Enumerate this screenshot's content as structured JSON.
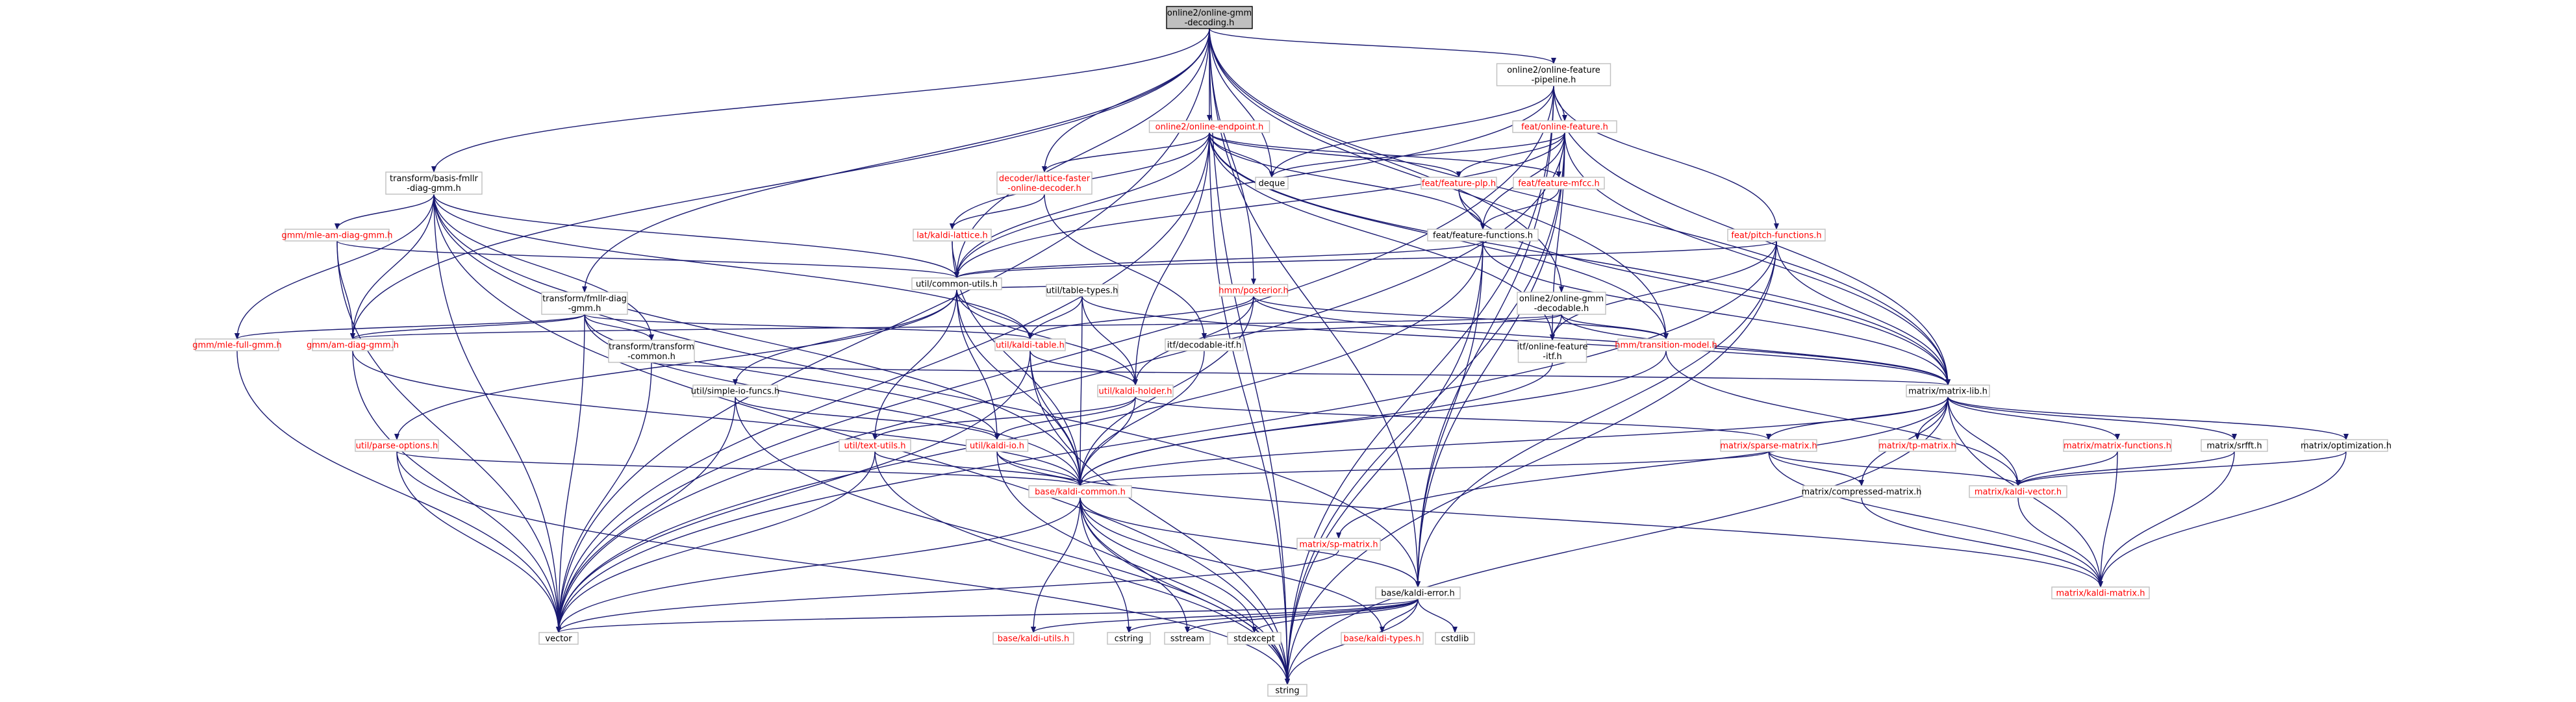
{
  "colors": {
    "edge": "#191970",
    "root_fill": "#bfbfbf",
    "box_border": "#bfbfbf",
    "text_black": "#000000",
    "text_red": "#ff0000"
  },
  "nodes": {
    "root": {
      "lines": [
        "online2/online-gmm",
        "-decoding.h"
      ],
      "color": "black"
    },
    "feature_pipeline": {
      "lines": [
        "online2/online-feature",
        "-pipeline.h"
      ],
      "color": "black"
    },
    "online_endpoint": {
      "lines": [
        "online2/online-endpoint.h"
      ],
      "color": "red"
    },
    "online_feature": {
      "lines": [
        "feat/online-feature.h"
      ],
      "color": "red"
    },
    "basis_fmllr": {
      "lines": [
        "transform/basis-fmllr",
        "-diag-gmm.h"
      ],
      "color": "black"
    },
    "lattice_faster": {
      "lines": [
        "decoder/lattice-faster",
        "-online-decoder.h"
      ],
      "color": "red"
    },
    "deque": {
      "lines": [
        "deque"
      ],
      "color": "black"
    },
    "feature_plp": {
      "lines": [
        "feat/feature-plp.h"
      ],
      "color": "red"
    },
    "feature_mfcc": {
      "lines": [
        "feat/feature-mfcc.h"
      ],
      "color": "red"
    },
    "mle_am": {
      "lines": [
        "gmm/mle-am-diag-gmm.h"
      ],
      "color": "red"
    },
    "kaldi_lattice": {
      "lines": [
        "lat/kaldi-lattice.h"
      ],
      "color": "red"
    },
    "feature_functions": {
      "lines": [
        "feat/feature-functions.h"
      ],
      "color": "black"
    },
    "pitch_functions": {
      "lines": [
        "feat/pitch-functions.h"
      ],
      "color": "red"
    },
    "common_utils": {
      "lines": [
        "util/common-utils.h"
      ],
      "color": "black"
    },
    "fmllr_diag": {
      "lines": [
        "transform/fmllr-diag",
        "-gmm.h"
      ],
      "color": "black"
    },
    "table_types": {
      "lines": [
        "util/table-types.h"
      ],
      "color": "black"
    },
    "posterior": {
      "lines": [
        "hmm/posterior.h"
      ],
      "color": "red"
    },
    "gmm_decodable": {
      "lines": [
        "online2/online-gmm",
        "-decodable.h"
      ],
      "color": "black"
    },
    "mle_full": {
      "lines": [
        "gmm/mle-full-gmm.h"
      ],
      "color": "red"
    },
    "am_diag": {
      "lines": [
        "gmm/am-diag-gmm.h"
      ],
      "color": "red"
    },
    "transform_common": {
      "lines": [
        "transform/transform",
        "-common.h"
      ],
      "color": "black"
    },
    "kaldi_table": {
      "lines": [
        "util/kaldi-table.h"
      ],
      "color": "red"
    },
    "itf_decodable": {
      "lines": [
        "itf/decodable-itf.h"
      ],
      "color": "black"
    },
    "itf_online": {
      "lines": [
        "itf/online-feature",
        "-itf.h"
      ],
      "color": "black"
    },
    "transition_model": {
      "lines": [
        "hmm/transition-model.h"
      ],
      "color": "red"
    },
    "matrix_lib": {
      "lines": [
        "matrix/matrix-lib.h"
      ],
      "color": "black"
    },
    "simple_io": {
      "lines": [
        "util/simple-io-funcs.h"
      ],
      "color": "black"
    },
    "kaldi_holder": {
      "lines": [
        "util/kaldi-holder.h"
      ],
      "color": "red"
    },
    "parse_options": {
      "lines": [
        "util/parse-options.h"
      ],
      "color": "red"
    },
    "text_utils": {
      "lines": [
        "util/text-utils.h"
      ],
      "color": "red"
    },
    "kaldi_io": {
      "lines": [
        "util/kaldi-io.h"
      ],
      "color": "red"
    },
    "sparse_matrix": {
      "lines": [
        "matrix/sparse-matrix.h"
      ],
      "color": "red"
    },
    "tp_matrix": {
      "lines": [
        "matrix/tp-matrix.h"
      ],
      "color": "red"
    },
    "matrix_functions": {
      "lines": [
        "matrix/matrix-functions.h"
      ],
      "color": "red"
    },
    "srfft": {
      "lines": [
        "matrix/srfft.h"
      ],
      "color": "black"
    },
    "optimization": {
      "lines": [
        "matrix/optimization.h"
      ],
      "color": "black"
    },
    "kaldi_common": {
      "lines": [
        "base/kaldi-common.h"
      ],
      "color": "red"
    },
    "compressed_matrix": {
      "lines": [
        "matrix/compressed-matrix.h"
      ],
      "color": "black"
    },
    "kaldi_vector": {
      "lines": [
        "matrix/kaldi-vector.h"
      ],
      "color": "red"
    },
    "sp_matrix": {
      "lines": [
        "matrix/sp-matrix.h"
      ],
      "color": "red"
    },
    "kaldi_error": {
      "lines": [
        "base/kaldi-error.h"
      ],
      "color": "black"
    },
    "kaldi_matrix": {
      "lines": [
        "matrix/kaldi-matrix.h"
      ],
      "color": "red"
    },
    "vector": {
      "lines": [
        "vector"
      ],
      "color": "black"
    },
    "kaldi_utils": {
      "lines": [
        "base/kaldi-utils.h"
      ],
      "color": "red"
    },
    "cstring": {
      "lines": [
        "cstring"
      ],
      "color": "black"
    },
    "sstream": {
      "lines": [
        "sstream"
      ],
      "color": "black"
    },
    "stdexcept": {
      "lines": [
        "stdexcept"
      ],
      "color": "black"
    },
    "kaldi_types": {
      "lines": [
        "base/kaldi-types.h"
      ],
      "color": "red"
    },
    "cstdlib": {
      "lines": [
        "cstdlib"
      ],
      "color": "black"
    },
    "string": {
      "lines": [
        "string"
      ],
      "color": "black"
    }
  },
  "edges": [
    [
      "root",
      "feature_pipeline"
    ],
    [
      "root",
      "online_endpoint"
    ],
    [
      "root",
      "basis_fmllr"
    ],
    [
      "root",
      "lattice_faster"
    ],
    [
      "root",
      "deque"
    ],
    [
      "root",
      "common_utils"
    ],
    [
      "root",
      "fmllr_diag"
    ],
    [
      "root",
      "posterior"
    ],
    [
      "root",
      "gmm_decodable"
    ],
    [
      "root",
      "am_diag"
    ],
    [
      "root",
      "matrix_lib"
    ],
    [
      "root",
      "transition_model"
    ],
    [
      "root",
      "kaldi_error"
    ],
    [
      "root",
      "vector"
    ],
    [
      "root",
      "string"
    ],
    [
      "feature_pipeline",
      "online_feature"
    ],
    [
      "feature_pipeline",
      "pitch_functions"
    ],
    [
      "feature_pipeline",
      "deque"
    ],
    [
      "feature_pipeline",
      "common_utils"
    ],
    [
      "feature_pipeline",
      "matrix_lib"
    ],
    [
      "feature_pipeline",
      "kaldi_error"
    ],
    [
      "feature_pipeline",
      "vector"
    ],
    [
      "feature_pipeline",
      "string"
    ],
    [
      "online_feature",
      "feature_plp"
    ],
    [
      "online_feature",
      "feature_mfcc"
    ],
    [
      "online_feature",
      "feature_functions"
    ],
    [
      "online_feature",
      "deque"
    ],
    [
      "online_feature",
      "common_utils"
    ],
    [
      "online_feature",
      "itf_online"
    ],
    [
      "online_feature",
      "matrix_lib"
    ],
    [
      "online_feature",
      "kaldi_error"
    ],
    [
      "online_feature",
      "vector"
    ],
    [
      "online_feature",
      "string"
    ],
    [
      "online_endpoint",
      "lattice_faster"
    ],
    [
      "online_endpoint",
      "kaldi_lattice"
    ],
    [
      "online_endpoint",
      "feature_functions"
    ],
    [
      "online_endpoint",
      "feature_plp"
    ],
    [
      "online_endpoint",
      "feature_mfcc"
    ],
    [
      "online_endpoint",
      "deque"
    ],
    [
      "online_endpoint",
      "common_utils"
    ],
    [
      "online_endpoint",
      "transition_model"
    ],
    [
      "online_endpoint",
      "itf_online"
    ],
    [
      "online_endpoint",
      "kaldi_holder"
    ],
    [
      "online_endpoint",
      "matrix_lib"
    ],
    [
      "online_endpoint",
      "vector"
    ],
    [
      "online_endpoint",
      "string"
    ],
    [
      "basis_fmllr",
      "mle_am"
    ],
    [
      "basis_fmllr",
      "am_diag"
    ],
    [
      "basis_fmllr",
      "common_utils"
    ],
    [
      "basis_fmllr",
      "transform_common"
    ],
    [
      "basis_fmllr",
      "mle_full"
    ],
    [
      "basis_fmllr",
      "kaldi_table"
    ],
    [
      "basis_fmllr",
      "kaldi_common"
    ],
    [
      "basis_fmllr",
      "kaldi_error"
    ],
    [
      "basis_fmllr",
      "vector"
    ],
    [
      "basis_fmllr",
      "string"
    ],
    [
      "lattice_faster",
      "kaldi_lattice"
    ],
    [
      "lattice_faster",
      "itf_decodable"
    ],
    [
      "feature_plp",
      "feature_functions"
    ],
    [
      "feature_plp",
      "matrix_lib"
    ],
    [
      "feature_mfcc",
      "feature_functions"
    ],
    [
      "mle_am",
      "am_diag"
    ],
    [
      "mle_am",
      "common_utils"
    ],
    [
      "mle_am",
      "vector"
    ],
    [
      "kaldi_lattice",
      "common_utils"
    ],
    [
      "kaldi_lattice",
      "kaldi_common"
    ],
    [
      "feature_functions",
      "common_utils"
    ],
    [
      "feature_functions",
      "matrix_lib"
    ],
    [
      "feature_functions",
      "kaldi_error"
    ],
    [
      "feature_functions",
      "vector"
    ],
    [
      "feature_functions",
      "string"
    ],
    [
      "pitch_functions",
      "common_utils"
    ],
    [
      "pitch_functions",
      "itf_online"
    ],
    [
      "pitch_functions",
      "matrix_lib"
    ],
    [
      "pitch_functions",
      "kaldi_error"
    ],
    [
      "pitch_functions",
      "vector"
    ],
    [
      "pitch_functions",
      "string"
    ],
    [
      "common_utils",
      "table_types"
    ],
    [
      "common_utils",
      "kaldi_table"
    ],
    [
      "common_utils",
      "kaldi_holder"
    ],
    [
      "common_utils",
      "simple_io"
    ],
    [
      "common_utils",
      "parse_options"
    ],
    [
      "common_utils",
      "text_utils"
    ],
    [
      "common_utils",
      "kaldi_io"
    ],
    [
      "common_utils",
      "kaldi_common"
    ],
    [
      "fmllr_diag",
      "am_diag"
    ],
    [
      "fmllr_diag",
      "mle_full"
    ],
    [
      "fmllr_diag",
      "transform_common"
    ],
    [
      "fmllr_diag",
      "kaldi_table"
    ],
    [
      "fmllr_diag",
      "kaldi_common"
    ],
    [
      "fmllr_diag",
      "kaldi_io"
    ],
    [
      "fmllr_diag",
      "vector"
    ],
    [
      "table_types",
      "kaldi_table"
    ],
    [
      "table_types",
      "kaldi_holder"
    ],
    [
      "table_types",
      "matrix_lib"
    ],
    [
      "table_types",
      "kaldi_common"
    ],
    [
      "posterior",
      "kaldi_table"
    ],
    [
      "posterior",
      "transition_model"
    ],
    [
      "posterior",
      "kaldi_holder"
    ],
    [
      "posterior",
      "matrix_lib"
    ],
    [
      "posterior",
      "kaldi_common"
    ],
    [
      "gmm_decodable",
      "itf_decodable"
    ],
    [
      "gmm_decodable",
      "itf_online"
    ],
    [
      "gmm_decodable",
      "transition_model"
    ],
    [
      "gmm_decodable",
      "am_diag"
    ],
    [
      "gmm_decodable",
      "matrix_lib"
    ],
    [
      "mle_full",
      "vector"
    ],
    [
      "am_diag",
      "vector"
    ],
    [
      "am_diag",
      "kaldi_common"
    ],
    [
      "transform_common",
      "matrix_lib"
    ],
    [
      "transform_common",
      "vector"
    ],
    [
      "kaldi_table",
      "kaldi_holder"
    ],
    [
      "kaldi_table",
      "kaldi_common"
    ],
    [
      "kaldi_table",
      "vector"
    ],
    [
      "kaldi_table",
      "string"
    ],
    [
      "itf_decodable",
      "kaldi_common"
    ],
    [
      "itf_online",
      "kaldi_common"
    ],
    [
      "transition_model",
      "kaldi_vector"
    ],
    [
      "transition_model",
      "kaldi_common"
    ],
    [
      "matrix_lib",
      "sparse_matrix"
    ],
    [
      "matrix_lib",
      "tp_matrix"
    ],
    [
      "matrix_lib",
      "matrix_functions"
    ],
    [
      "matrix_lib",
      "srfft"
    ],
    [
      "matrix_lib",
      "optimization"
    ],
    [
      "matrix_lib",
      "compressed_matrix"
    ],
    [
      "matrix_lib",
      "kaldi_vector"
    ],
    [
      "matrix_lib",
      "kaldi_matrix"
    ],
    [
      "matrix_lib",
      "kaldi_common"
    ],
    [
      "matrix_lib",
      "sp_matrix"
    ],
    [
      "matrix_lib",
      "string"
    ],
    [
      "simple_io",
      "kaldi_io"
    ],
    [
      "simple_io",
      "vector"
    ],
    [
      "simple_io",
      "string"
    ],
    [
      "kaldi_holder",
      "text_utils"
    ],
    [
      "kaldi_holder",
      "kaldi_io"
    ],
    [
      "kaldi_holder",
      "sparse_matrix"
    ],
    [
      "kaldi_holder",
      "kaldi_common"
    ],
    [
      "parse_options",
      "kaldi_common"
    ],
    [
      "parse_options",
      "vector"
    ],
    [
      "parse_options",
      "string"
    ],
    [
      "text_utils",
      "kaldi_common"
    ],
    [
      "text_utils",
      "vector"
    ],
    [
      "text_utils",
      "string"
    ],
    [
      "kaldi_io",
      "kaldi_common"
    ],
    [
      "kaldi_io",
      "kaldi_matrix"
    ],
    [
      "kaldi_io",
      "string"
    ],
    [
      "sparse_matrix",
      "compressed_matrix"
    ],
    [
      "sparse_matrix",
      "kaldi_vector"
    ],
    [
      "sparse_matrix",
      "kaldi_matrix"
    ],
    [
      "sparse_matrix",
      "kaldi_common"
    ],
    [
      "matrix_functions",
      "kaldi_vector"
    ],
    [
      "matrix_functions",
      "kaldi_matrix"
    ],
    [
      "srfft",
      "kaldi_vector"
    ],
    [
      "srfft",
      "kaldi_matrix"
    ],
    [
      "optimization",
      "kaldi_vector"
    ],
    [
      "optimization",
      "kaldi_matrix"
    ],
    [
      "kaldi_common",
      "kaldi_error"
    ],
    [
      "kaldi_common",
      "kaldi_utils"
    ],
    [
      "kaldi_common",
      "kaldi_types"
    ],
    [
      "kaldi_common",
      "cstring"
    ],
    [
      "kaldi_common",
      "sstream"
    ],
    [
      "kaldi_common",
      "stdexcept"
    ],
    [
      "kaldi_common",
      "vector"
    ],
    [
      "kaldi_common",
      "string"
    ],
    [
      "compressed_matrix",
      "kaldi_matrix"
    ],
    [
      "kaldi_vector",
      "kaldi_matrix"
    ],
    [
      "sp_matrix",
      "vector"
    ],
    [
      "kaldi_error",
      "kaldi_utils"
    ],
    [
      "kaldi_error",
      "kaldi_types"
    ],
    [
      "kaldi_error",
      "cstring"
    ],
    [
      "kaldi_error",
      "sstream"
    ],
    [
      "kaldi_error",
      "stdexcept"
    ],
    [
      "kaldi_error",
      "cstdlib"
    ],
    [
      "kaldi_error",
      "vector"
    ],
    [
      "kaldi_error",
      "string"
    ]
  ]
}
